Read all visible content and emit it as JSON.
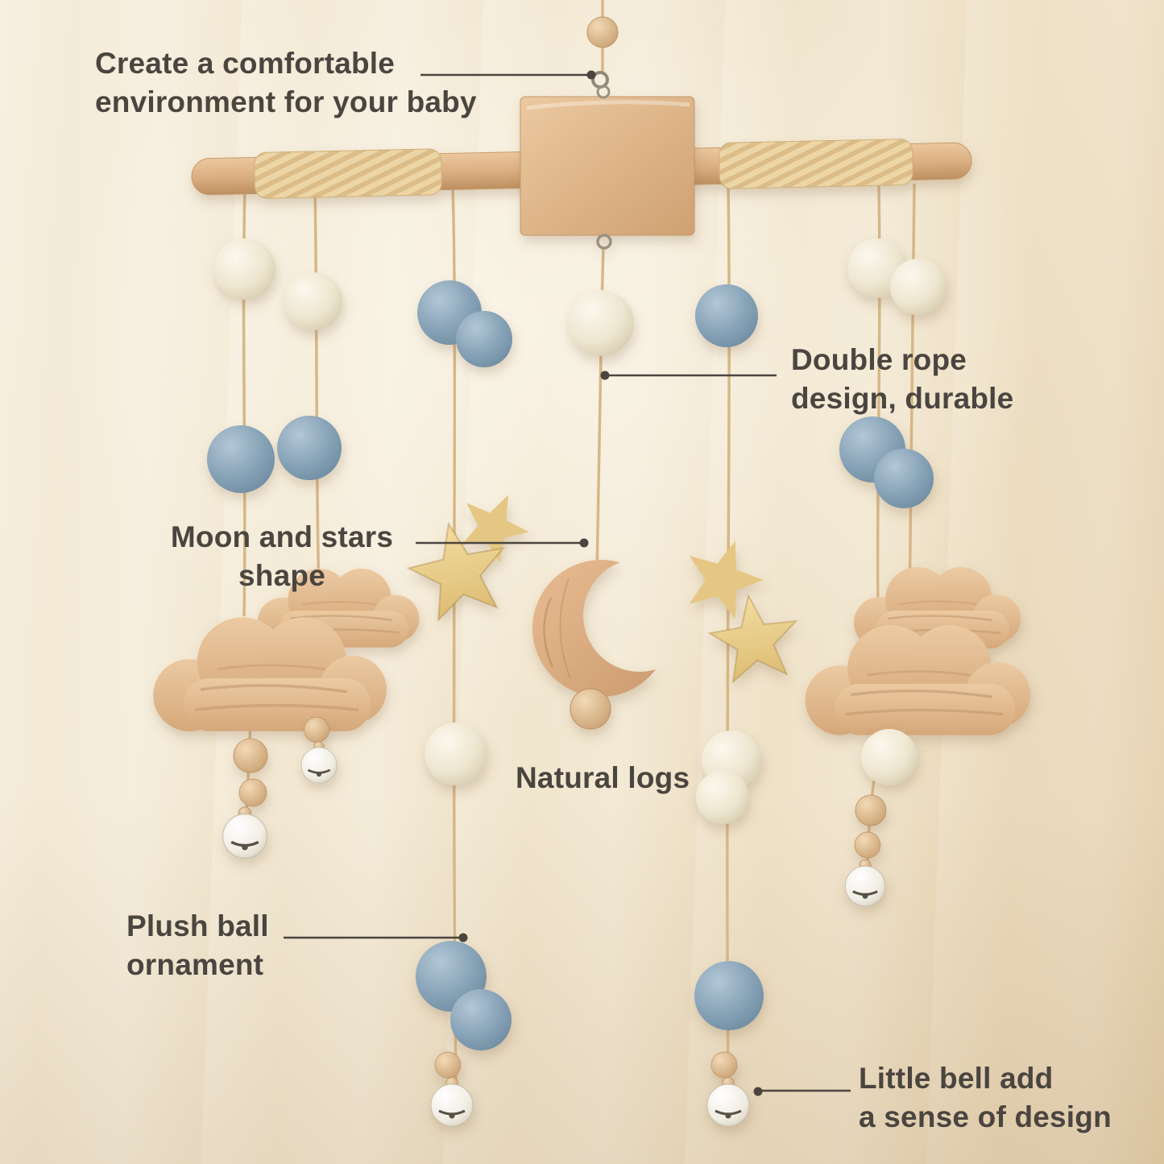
{
  "annotations": {
    "comfort": "Create a comfortable\nenvironment for your baby",
    "double_rope": "Double rope\ndesign, durable",
    "moon_stars": "Moon and stars\nshape",
    "natural_logs": "Natural logs",
    "plush_ball": "Plush ball\nornament",
    "little_bell": "Little bell add\na sense of design"
  },
  "colors": {
    "background_cream": "#f2e9d8",
    "annotation_text": "#4b4540",
    "wood": "#ddb186",
    "rope_string": "#d7b787",
    "felt_white": "#f2ecdb",
    "felt_blue": "#89a3b7",
    "star_wood": "#e9cd8c",
    "moon_wood": "#dcab82",
    "bell_white": "#f6f3ec"
  }
}
